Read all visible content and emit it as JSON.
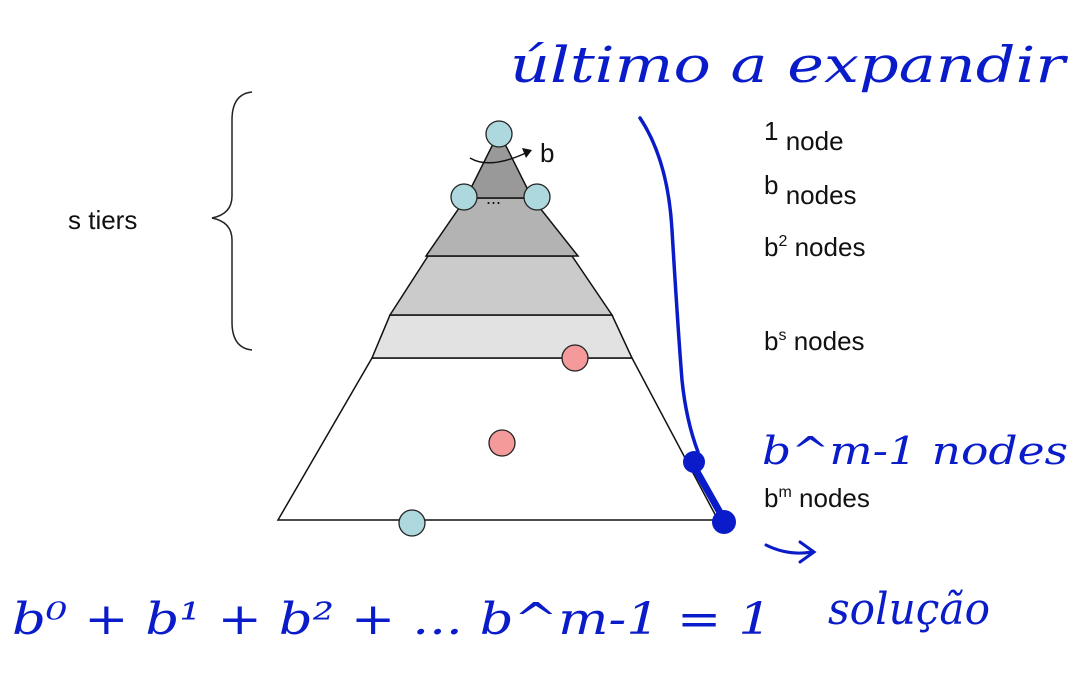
{
  "tree": {
    "side_label": "s tiers",
    "branch_label": "b",
    "ellipsis": "...",
    "levels": [
      {
        "base": "1",
        "sup": "",
        "suffix": " node"
      },
      {
        "base": "b",
        "sup": "",
        "suffix": " nodes"
      },
      {
        "base": "b",
        "sup": "2",
        "suffix": " nodes"
      },
      {
        "base": "b",
        "sup": "s",
        "suffix": " nodes"
      },
      {
        "base": "b",
        "sup": "m",
        "suffix": " nodes"
      }
    ]
  },
  "annotations": {
    "top": "último a expandir",
    "side": "b^m-1 nodes",
    "solution": "solução",
    "sum": "b⁰ + b¹ + b² + ... b^m-1 = 1"
  },
  "colors": {
    "visited_node": "#add8de",
    "fringe_node": "#f59a9a",
    "ink": "#0a1cc9",
    "tier_shades": [
      "#9a9a9a",
      "#b4b4b4",
      "#c8c8c8",
      "#dcdcdc",
      "#ffffff"
    ]
  }
}
